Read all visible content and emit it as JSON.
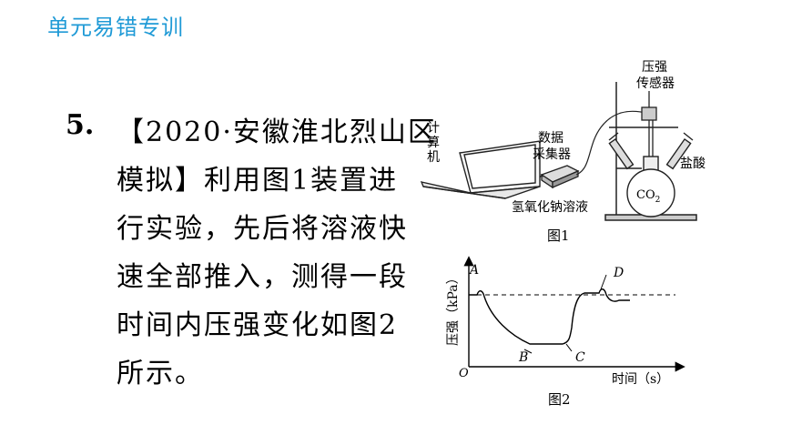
{
  "header": {
    "title": "单元易错专训"
  },
  "question": {
    "number": "5.",
    "lines": [
      "【2020·安徽淮北烈山区",
      "模拟】利用图1装置进",
      "行实验，先后将溶液快",
      "速全部推入，测得一段",
      "时间内压强变化如图2",
      "所示。"
    ]
  },
  "figure1": {
    "caption": "图1",
    "labels": {
      "computer": [
        "计",
        "算",
        "机"
      ],
      "collector": [
        "数据",
        "采集器"
      ],
      "sensor": [
        "压强",
        "传感器"
      ],
      "acid": "盐酸",
      "naoh": "氢氧化钠溶液",
      "co2": "CO",
      "co2_sub": "2"
    }
  },
  "figure2": {
    "caption": "图2",
    "y_axis_label": "压强（kPa）",
    "x_axis_label": "时间（s）",
    "origin": "O",
    "points": [
      "A",
      "B",
      "C",
      "D"
    ]
  }
}
